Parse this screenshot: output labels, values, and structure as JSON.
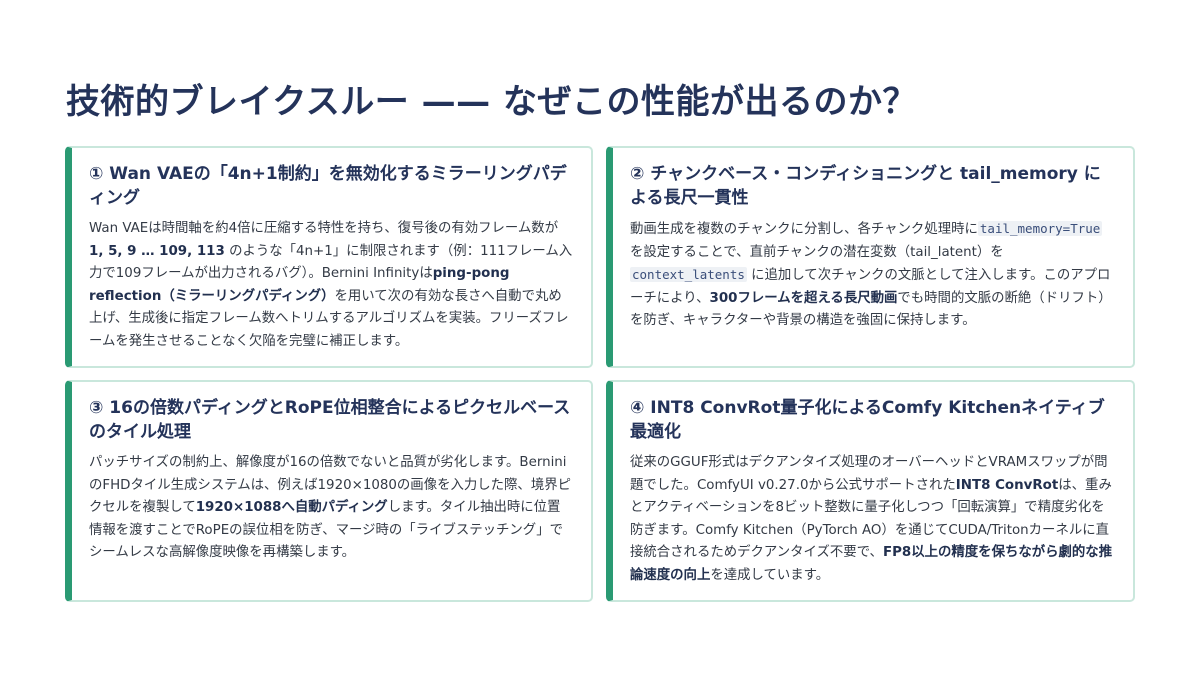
{
  "title": "技術的ブレイクスルー —— なぜこの性能が出るのか？",
  "cards": [
    {
      "heading": "① Wan VAEの「4n+1制約」を無効化するミラーリングパディング",
      "p1": "Wan VAEは時間軸を約4倍に圧縮する特性を持ち、復号後の有効フレーム数が ",
      "b1": "1, 5, 9 … 109, 113",
      "p2": " のような「4n+1」に制限されます（例：111フレーム入力で109フレームが出力されるバグ）。Bernini Infinityは",
      "b2": "ping-pong reflection（ミラーリングパディング）",
      "p3": "を用いて次の有効な長さへ自動で丸め上げ、生成後に指定フレーム数へトリムするアルゴリズムを実装。フリーズフレームを発生させることなく欠陥を完璧に補正します。"
    },
    {
      "heading": "② チャンクベース・コンディショニングと tail_memory による長尺一貫性",
      "p1": "動画生成を複数のチャンクに分割し、各チャンク処理時に",
      "code1": "tail_memory=True",
      "p2": " を設定することで、直前チャンクの潜在変数（tail_latent）を ",
      "code2": "context_latents",
      "p3": " に追加して次チャンクの文脈として注入します。このアプローチにより、",
      "b1": "300フレームを超える長尺動画",
      "p4": "でも時間的文脈の断絶（ドリフト）を防ぎ、キャラクターや背景の構造を強固に保持します。"
    },
    {
      "heading": "③ 16の倍数パディングとRoPE位相整合によるピクセルベースのタイル処理",
      "p1": "パッチサイズの制約上、解像度が16の倍数でないと品質が劣化します。BerniniのFHDタイル生成システムは、例えば1920×1080の画像を入力した際、境界ピクセルを複製して",
      "b1": "1920×1088へ自動パディング",
      "p2": "します。タイル抽出時に位置情報を渡すことでRoPEの誤位相を防ぎ、マージ時の「ライブステッチング」でシームレスな高解像度映像を再構築します。"
    },
    {
      "heading": "④ INT8 ConvRot量子化によるComfy Kitchenネイティブ最適化",
      "p1": "従来のGGUF形式はデクアンタイズ処理のオーバーヘッドとVRAMスワップが問題でした。ComfyUI v0.27.0から公式サポートされた",
      "b1": "INT8 ConvRot",
      "p2": "は、重みとアクティベーションを8ビット整数に量子化しつつ「回転演算」で精度劣化を防ぎます。Comfy Kitchen（PyTorch AO）を通じてCUDA/Tritonカーネルに直接統合されるためデクアンタイズ不要で、",
      "b2": "FP8以上の精度を保ちながら劇的な推論速度の向上",
      "p3": "を達成しています。"
    }
  ],
  "colors": {
    "title": "#24335a",
    "accent_border": "#2a9a73",
    "card_border": "#c9e7dc",
    "body_text": "#333a45",
    "code_bg": "#eef1f5"
  }
}
